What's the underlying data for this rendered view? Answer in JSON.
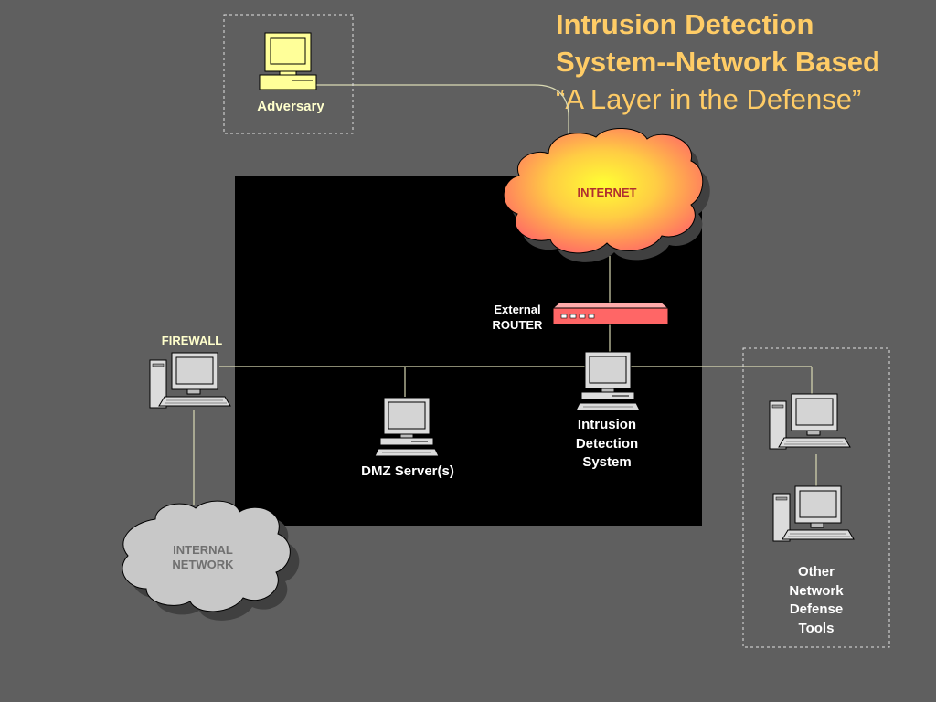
{
  "slide": {
    "title_line1": "Intrusion Detection",
    "title_line2": "System--Network Based",
    "subtitle": "“A Layer in the Defense”"
  },
  "diagram": {
    "adversary": "Adversary",
    "internet": "INTERNET",
    "router_line1": "External",
    "router_line2": "ROUTER",
    "firewall": "FIREWALL",
    "dmz_server": "DMZ Server(s)",
    "ids_line1": "Intrusion",
    "ids_line2": "Detection",
    "ids_line3": "System",
    "internal_line1": "INTERNAL",
    "internal_line2": "NETWORK",
    "other_line1": "Other",
    "other_line2": "Network",
    "other_line3": "Defense",
    "other_line4": "Tools"
  },
  "colors": {
    "background": "#5f5f5f",
    "title": "#ffcc66",
    "dmz_zone": "#000000",
    "internet_cloud": "#ffcc33",
    "router": "#ff6666",
    "internal_cloud": "#c8c8c8",
    "connector": "#d9d9b3",
    "adversary_monitor": "#ffff99"
  },
  "icons": {
    "adversary": "computer-icon",
    "firewall": "tower-computer-icon",
    "dmz_server": "computer-icon",
    "ids": "computer-icon",
    "router": "router-icon",
    "internet": "cloud-icon",
    "internal": "cloud-icon",
    "other_tools": "tower-computer-icon"
  }
}
